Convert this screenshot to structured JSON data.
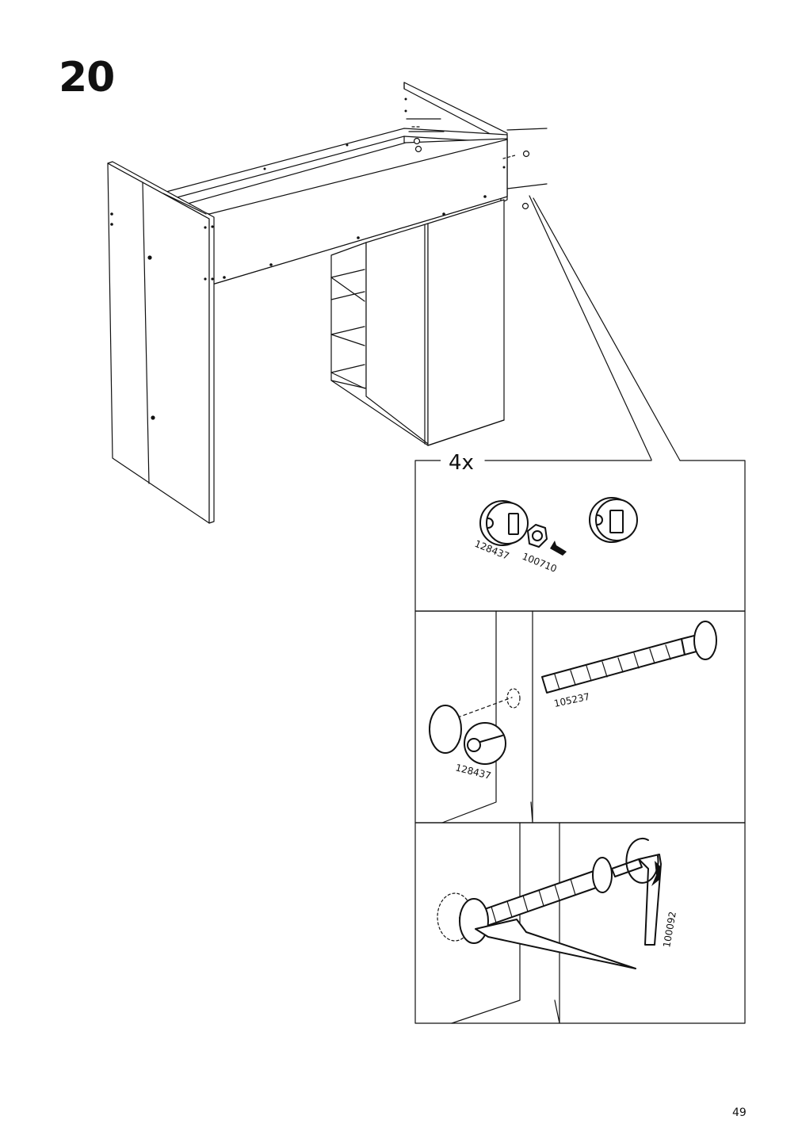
{
  "step": {
    "number": "20"
  },
  "detail": {
    "quantity": "4x",
    "panel1": {
      "part_a": "128437",
      "part_b": "100710"
    },
    "panel2": {
      "part_a": "105237",
      "part_b": "128437"
    },
    "panel3": {
      "part_a": "100092"
    }
  },
  "page": {
    "number": "49"
  }
}
